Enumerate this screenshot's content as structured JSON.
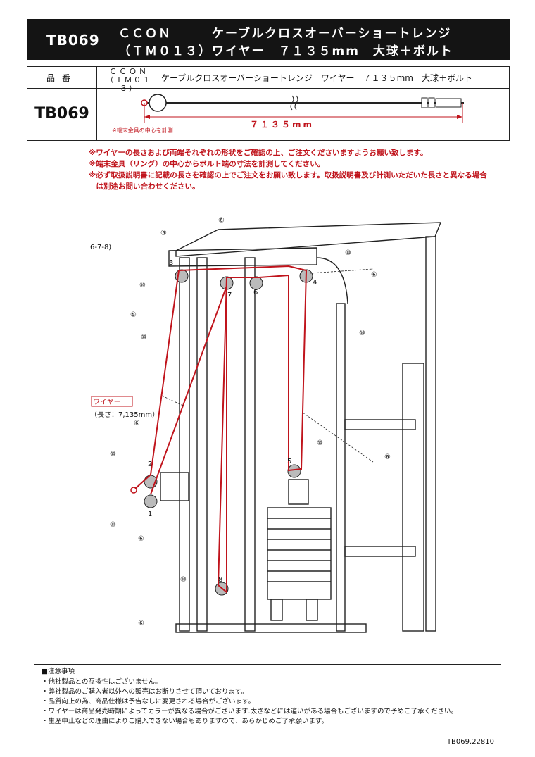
{
  "header": {
    "code": "TB069",
    "line1": "ＣＣＯＮ　　　ケーブルクロスオーバーショートレンジ",
    "line2": "（ＴＭ０１３）ワイヤー　７１３５mm　大球＋ボルト"
  },
  "spec": {
    "label": "品番",
    "name_line1": "ＣＣＯＮ",
    "name_line2": "（ＴＭ０１３）",
    "description": "ケーブルクロスオーバーショートレンジ　ワイヤー　７１３５mm　大球＋ボルト",
    "code": "TB069",
    "dimension": "７１３５mm",
    "note": "※端末金具の中心を計測"
  },
  "warnings": [
    "※ワイヤーの長さおよび両端それぞれの形状をご確認の上、ご注文くださいますようお願い致します。",
    "※端末金具（リング）の中心からボルト端の寸法を計測してください。",
    "※必ず取扱説明書に記載の長さを確認の上でご注文をお願い致します。取扱説明書及び計測いただいた長さと異なる場合",
    "　は別途お問い合わせください。"
  ],
  "diagram": {
    "ref": "6-7-8)",
    "wire_label": "ワイヤー",
    "wire_length": "（長さ：7,135mm）",
    "pulleys": [
      "1",
      "2",
      "3",
      "4",
      "5",
      "6",
      "7",
      "8"
    ],
    "parts": [
      "⑤",
      "⑥",
      "⑩"
    ]
  },
  "notes": {
    "title": "■注意事項",
    "items": [
      "・他社製品との互換性はございません。",
      "・弊社製品のご購入者以外への販売はお断りさせて頂いております。",
      "・品質向上の為、商品仕様は予告なしに変更される場合がございます。",
      "・ワイヤーは商品発売時期によってカラーが異なる場合がございます.太さなどには違いがある場合もございますので予めご了承ください。",
      "・生産中止などの理由によりご購入できない場合もありますので、あらかじめご了承願います。"
    ]
  },
  "footer": "TB069.22810"
}
